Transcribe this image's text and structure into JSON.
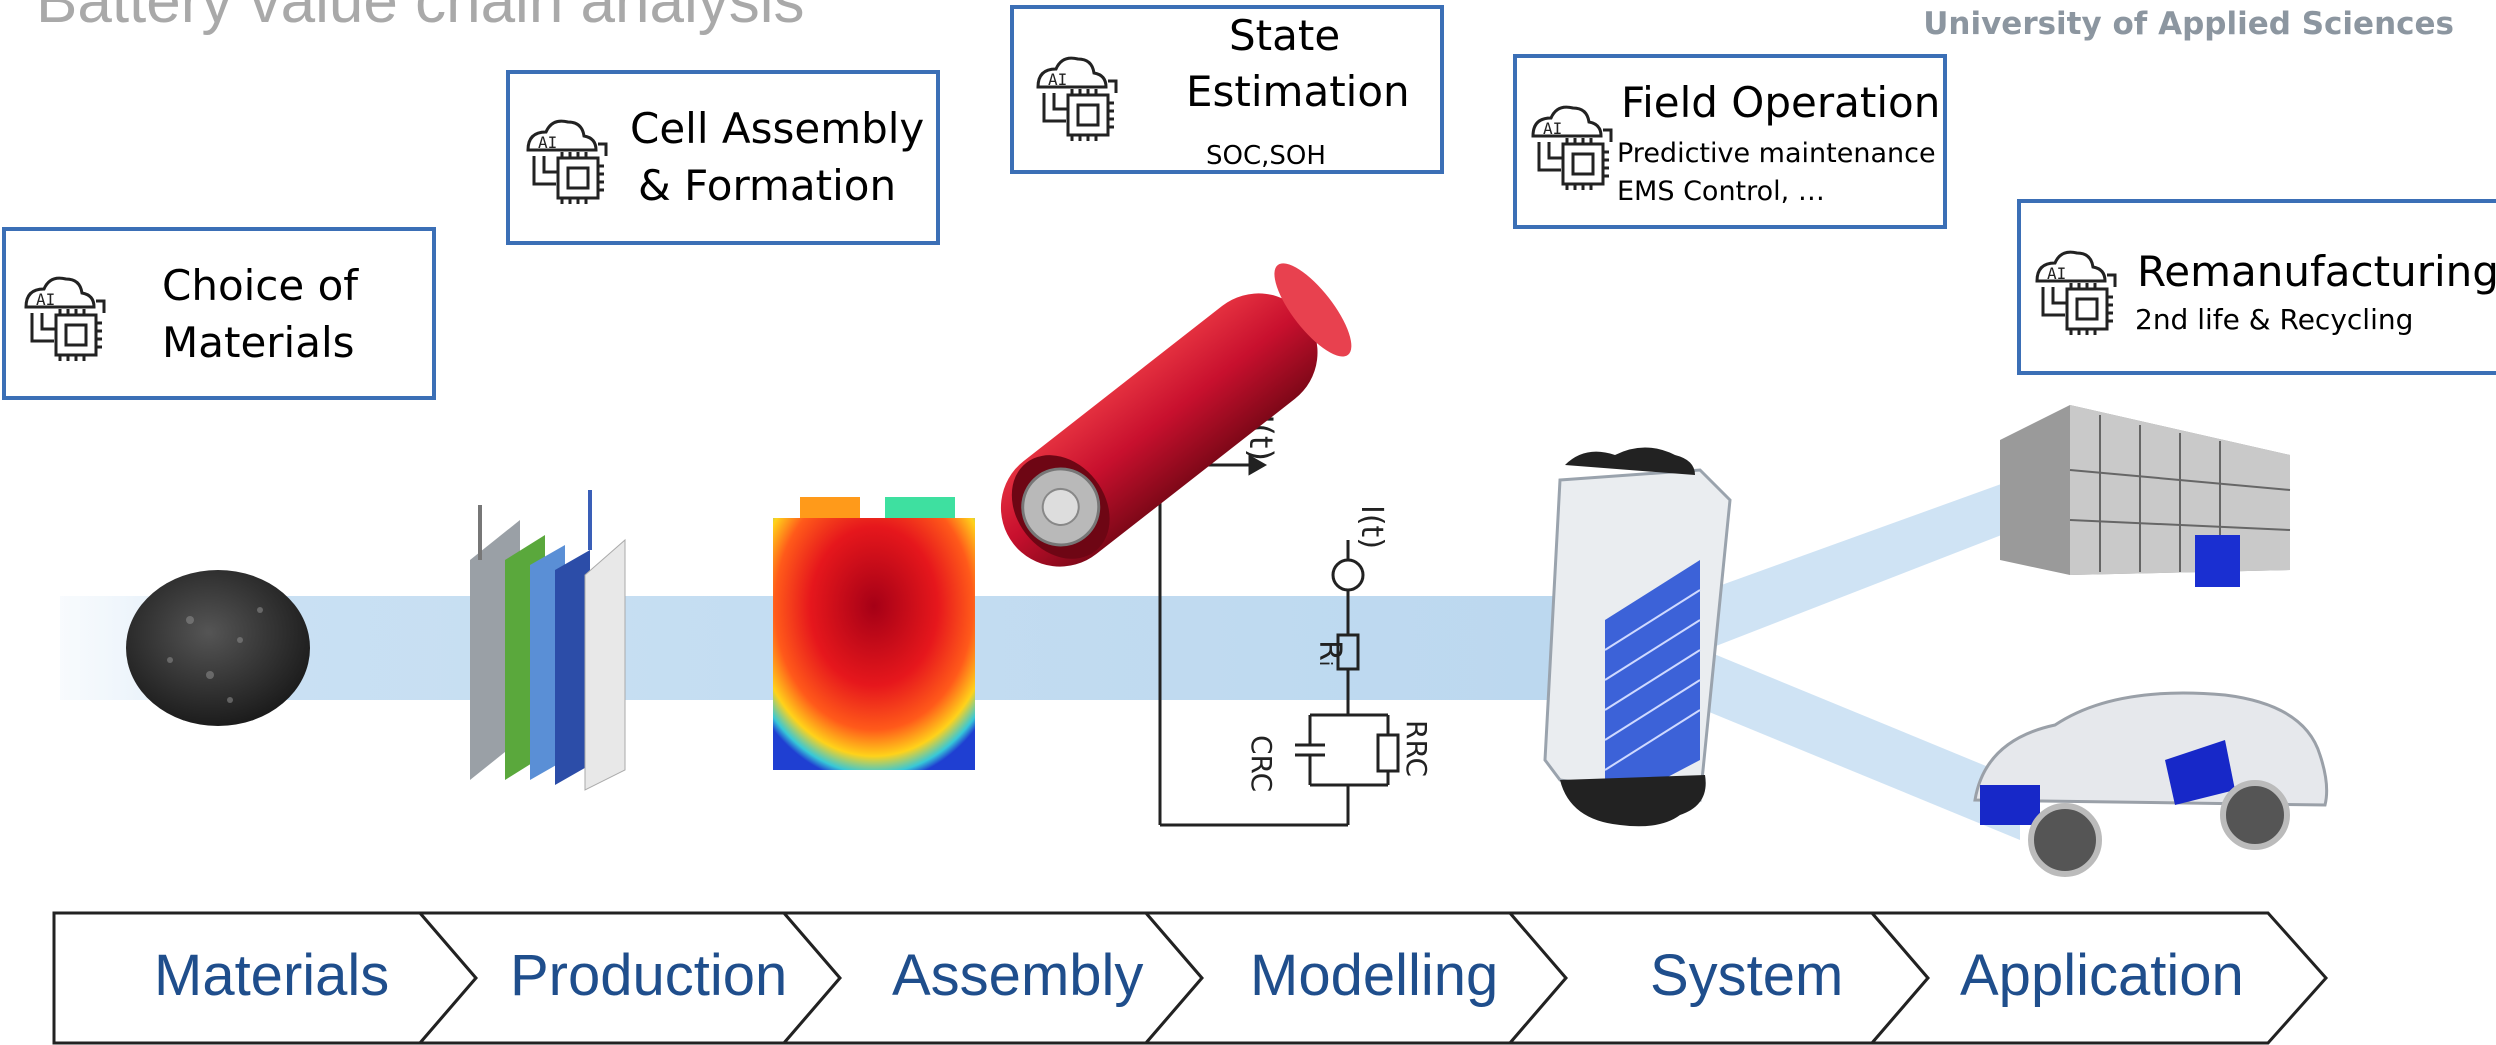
{
  "header": {
    "title": "Battery value chain analysis",
    "institution": "University of Applied Sciences"
  },
  "boxes": [
    {
      "id": "materials",
      "line1": "Choice of",
      "line2": "Materials"
    },
    {
      "id": "cell",
      "line1": "Cell Assembly",
      "line2": "& Formation"
    },
    {
      "id": "state",
      "line1": "State",
      "line2": "Estimation",
      "sub": "SOC,SOH"
    },
    {
      "id": "field",
      "line1": "Field Operation",
      "sub1": "Predictive maintenance",
      "sub2": "EMS Control, …"
    },
    {
      "id": "reman",
      "line1": "Remanufacturing",
      "sub": "2nd life & Recycling"
    }
  ],
  "ai_icon_label": "AI",
  "circuit": {
    "voltage": "U(t)",
    "current": "I(t)",
    "ri": "Rᵢ",
    "rrc": "RRC",
    "crc": "CRC"
  },
  "stages": [
    "Materials",
    "Production",
    "Assembly",
    "Modelling",
    "System",
    "Application"
  ],
  "colors": {
    "box_border": "#3b6fb6",
    "stage_text": "#1f4e8c",
    "band": "#bcd8ef",
    "cell_red": "#c8102e"
  }
}
